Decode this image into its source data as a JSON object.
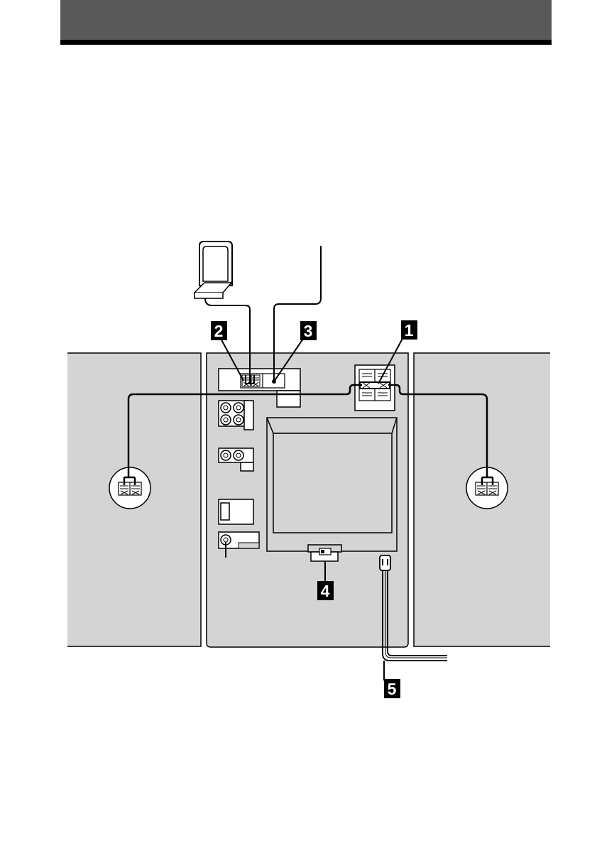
{
  "colors": {
    "header_bar": "#595959",
    "header_rule": "#000000",
    "panel_fill": "#d4d4d4",
    "line": "#000000",
    "callout_bg": "#000000",
    "callout_text": "#ffffff"
  },
  "callouts": {
    "c1": "1",
    "c2": "2",
    "c3": "3",
    "c4": "4",
    "c5": "5"
  }
}
